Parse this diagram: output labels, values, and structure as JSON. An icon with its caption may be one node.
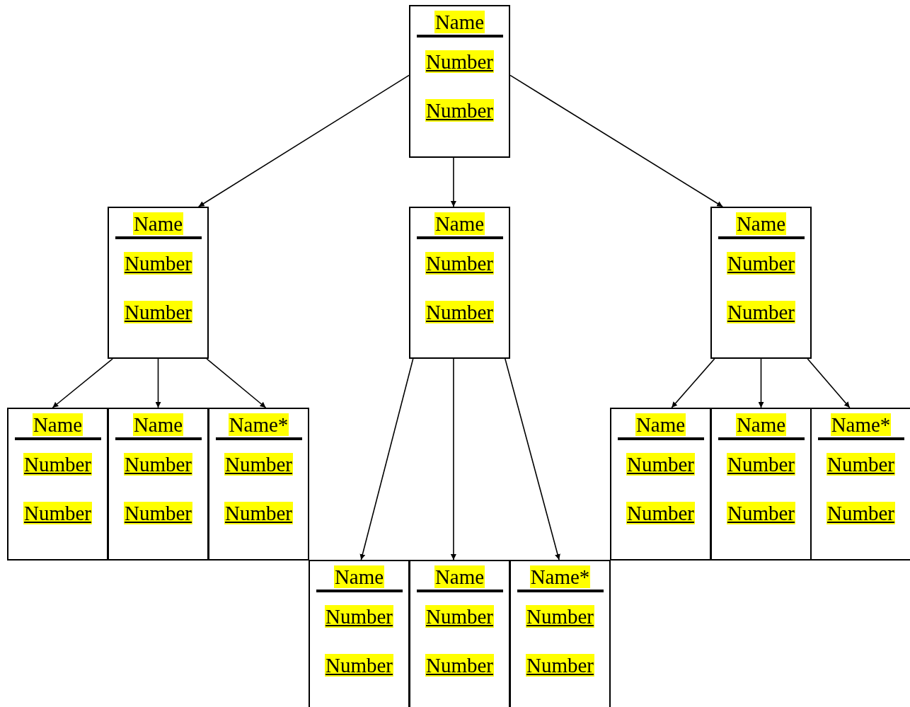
{
  "diagram": {
    "nodes": [
      {
        "text": [
          "Name",
          "Number",
          "Number"
        ]
      },
      {
        "text": [
          "Name",
          "Number",
          "Number"
        ]
      },
      {
        "text": [
          "Name",
          "Number",
          "Number"
        ]
      },
      {
        "text": [
          "Name",
          "Number",
          "Number"
        ]
      },
      {
        "text": [
          "Name",
          "Number",
          "Number"
        ]
      },
      {
        "text": [
          "Name",
          "Number",
          "Number"
        ]
      },
      {
        "text": [
          "Name*",
          "Number",
          "Number"
        ]
      },
      {
        "text": [
          "Name",
          "Number",
          "Number"
        ]
      },
      {
        "text": [
          "Name",
          "Number",
          "Number"
        ]
      },
      {
        "text": [
          "Name*",
          "Number",
          "Number"
        ]
      },
      {
        "text": [
          "Name",
          "Number",
          "Number"
        ]
      },
      {
        "text": [
          "Name",
          "Number",
          "Number"
        ]
      },
      {
        "text": [
          "Name*",
          "Number",
          "Number"
        ]
      }
    ],
    "edges": [
      {
        "from": 0,
        "to": 1,
        "arrow": "to"
      },
      {
        "from": 0,
        "to": 2,
        "arrow": "to"
      },
      {
        "from": 0,
        "to": 3,
        "arrow": "to"
      },
      {
        "from": 1,
        "to": 4,
        "arrow": "to"
      },
      {
        "from": 1,
        "to": 5,
        "arrow": "to"
      },
      {
        "from": 1,
        "to": 6,
        "arrow": "to"
      },
      {
        "from": 2,
        "to": 7,
        "arrow": "to"
      },
      {
        "from": 2,
        "to": 8,
        "arrow": "to"
      },
      {
        "from": 2,
        "to": 9,
        "arrow": "to"
      },
      {
        "from": 3,
        "to": 10,
        "arrow": "to"
      },
      {
        "from": 3,
        "to": 11,
        "arrow": "to"
      },
      {
        "from": 3,
        "to": 12,
        "arrow": "to"
      }
    ]
  }
}
